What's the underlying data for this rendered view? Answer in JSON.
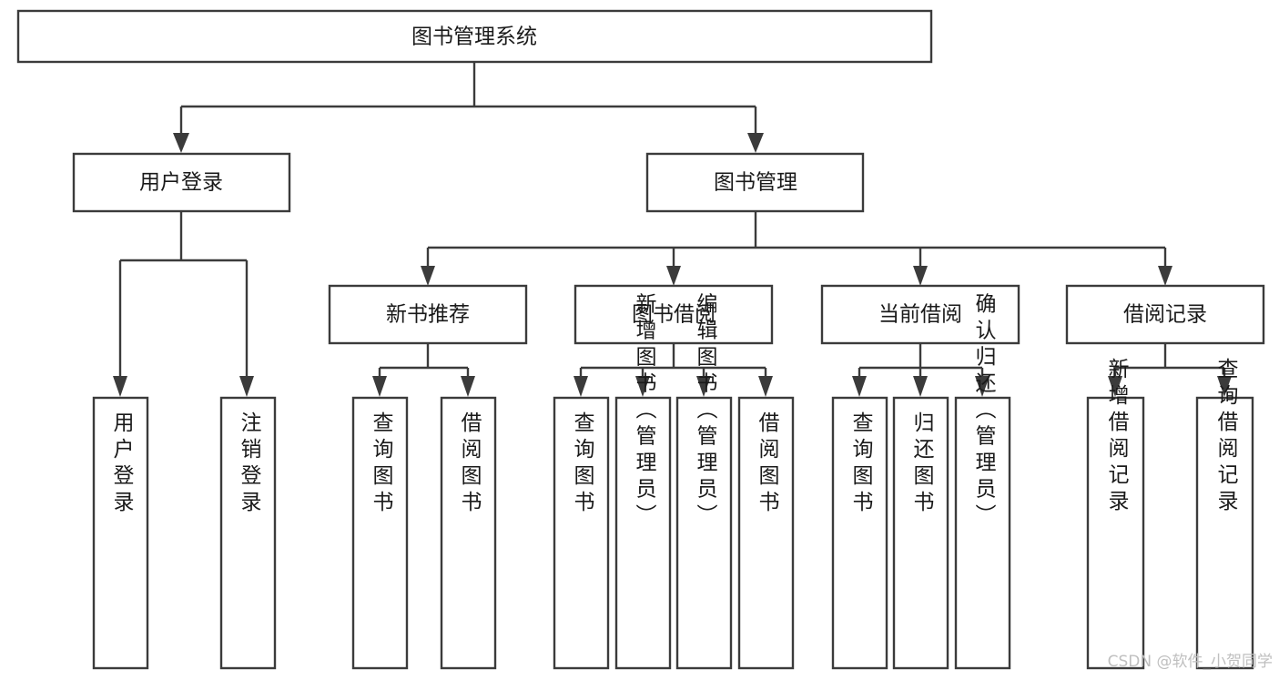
{
  "diagram": {
    "title": "图书管理系统",
    "type": "tree-functional-structure",
    "watermark": "CSDN @软件_小贺同学",
    "colors": {
      "stroke": "#3b3b3b",
      "fill": "#ffffff",
      "text": "#1a1a1a",
      "watermark": "#bfbfbf",
      "background": "#ffffff"
    },
    "levels": {
      "root": "图书管理系统",
      "level2": [
        "用户登录",
        "图书管理"
      ],
      "level3": [
        "新书推荐",
        "图书借阅",
        "当前借阅",
        "借阅记录"
      ]
    },
    "nodes": {
      "root": {
        "label": "图书管理系统"
      },
      "user_login": {
        "label": "用户登录"
      },
      "book_manage": {
        "label": "图书管理"
      },
      "new_book_rec": {
        "label": "新书推荐"
      },
      "book_borrow": {
        "label": "图书借阅"
      },
      "current_borrow": {
        "label": "当前借阅"
      },
      "borrow_record": {
        "label": "借阅记录"
      },
      "leaf_user_login": {
        "label": "用户登录"
      },
      "leaf_user_logout": {
        "label": "注销登录"
      },
      "leaf_query_book_a": {
        "label": "查询图书"
      },
      "leaf_borrow_book_a": {
        "label": "借阅图书"
      },
      "leaf_query_book_b": {
        "label": "查询图书"
      },
      "leaf_add_book": {
        "label": "新增图书（管理员）"
      },
      "leaf_edit_book": {
        "label": "编辑图书（管理员）"
      },
      "leaf_borrow_book_b": {
        "label": "借阅图书"
      },
      "leaf_query_book_c": {
        "label": "查询图书"
      },
      "leaf_return_book": {
        "label": "归还图书"
      },
      "leaf_confirm_return": {
        "label": "确认归还（管理员）"
      },
      "leaf_add_record": {
        "label": "新增借阅记录"
      },
      "leaf_query_record": {
        "label": "查询借阅记录"
      }
    },
    "edges": [
      {
        "from": "root",
        "to": "用户登录"
      },
      {
        "from": "root",
        "to": "图书管理"
      },
      {
        "from": "用户登录",
        "to": "用户登录"
      },
      {
        "from": "用户登录",
        "to": "注销登录"
      },
      {
        "from": "图书管理",
        "to": "新书推荐"
      },
      {
        "from": "图书管理",
        "to": "图书借阅"
      },
      {
        "from": "图书管理",
        "to": "当前借阅"
      },
      {
        "from": "图书管理",
        "to": "借阅记录"
      },
      {
        "from": "新书推荐",
        "to": "查询图书"
      },
      {
        "from": "新书推荐",
        "to": "借阅图书"
      },
      {
        "from": "图书借阅",
        "to": "查询图书"
      },
      {
        "from": "图书借阅",
        "to": "新增图书（管理员）"
      },
      {
        "from": "图书借阅",
        "to": "编辑图书（管理员）"
      },
      {
        "from": "图书借阅",
        "to": "借阅图书"
      },
      {
        "from": "当前借阅",
        "to": "查询图书"
      },
      {
        "from": "当前借阅",
        "to": "归还图书"
      },
      {
        "from": "当前借阅",
        "to": "确认归还（管理员）"
      },
      {
        "from": "借阅记录",
        "to": "新增借阅记录"
      },
      {
        "from": "借阅记录",
        "to": "查询借阅记录"
      }
    ]
  }
}
